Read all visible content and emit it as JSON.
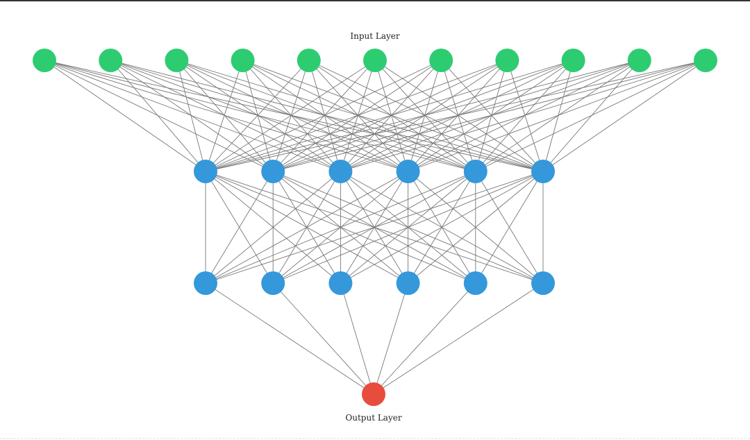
{
  "diagram": {
    "type": "neural-network",
    "labels": {
      "input_layer": "Input Layer",
      "output_layer": "Output Layer"
    },
    "layers": [
      {
        "role": "input",
        "nodes": 11,
        "color": "#2ecc71"
      },
      {
        "role": "hidden",
        "nodes": 6,
        "color": "#3498db"
      },
      {
        "role": "hidden",
        "nodes": 6,
        "color": "#3498db"
      },
      {
        "role": "output",
        "nodes": 1,
        "color": "#e74c3c"
      }
    ],
    "connections": "fully-connected",
    "edge_color": "#777777"
  }
}
